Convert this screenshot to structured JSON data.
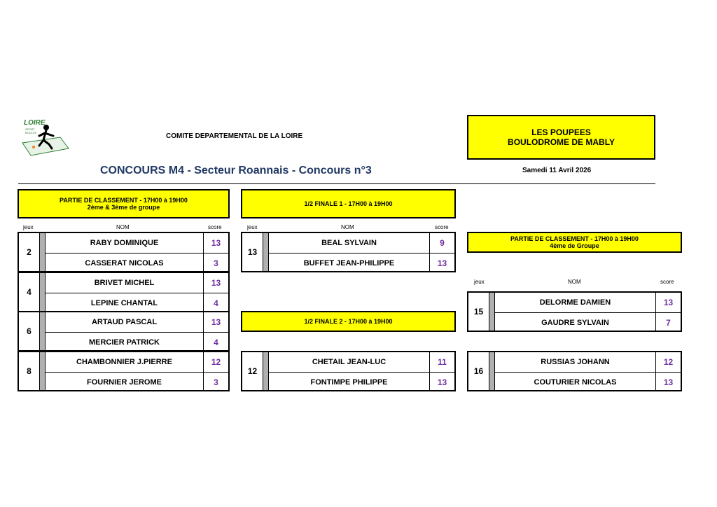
{
  "header": {
    "committee": "COMITE DEPARTEMENTAL DE LA LOIRE",
    "title": "CONCOURS M4 - Secteur Roannais - Concours n°3",
    "venue_line1": "LES POUPEES",
    "venue_line2": "BOULODROME DE MABLY",
    "date": "Samedi 11 Avril 2026",
    "logo_text": "LOIRE",
    "logo_sub": "SPORT BOULES"
  },
  "columns": {
    "jeux": "jeux",
    "nom": "NOM",
    "score": "score"
  },
  "left": {
    "header_line1": "PARTIE DE CLASSEMENT - 17H00 à 19H00",
    "header_line2": "2ème & 3ème de groupe",
    "matches": [
      {
        "jeux": "2",
        "players": [
          {
            "name": "RABY DOMINIQUE",
            "score": "13"
          },
          {
            "name": "CASSERAT NICOLAS",
            "score": "3"
          }
        ]
      },
      {
        "jeux": "4",
        "players": [
          {
            "name": "BRIVET MICHEL",
            "score": "13"
          },
          {
            "name": "LEPINE CHANTAL",
            "score": "4"
          }
        ]
      },
      {
        "jeux": "6",
        "players": [
          {
            "name": "ARTAUD PASCAL",
            "score": "13"
          },
          {
            "name": "MERCIER PATRICK",
            "score": "4"
          }
        ]
      },
      {
        "jeux": "8",
        "players": [
          {
            "name": "CHAMBONNIER J.PIERRE",
            "score": "12"
          },
          {
            "name": "FOURNIER JEROME",
            "score": "3"
          }
        ]
      }
    ]
  },
  "middle": {
    "semi1_header": "1/2 FINALE 1 - 17H00 à 19H00",
    "semi2_header": "1/2 FINALE 2 - 17H00 à 19H00",
    "semi1": {
      "jeux": "13",
      "players": [
        {
          "name": "BEAL SYLVAIN",
          "score": "9"
        },
        {
          "name": "BUFFET JEAN-PHILIPPE",
          "score": "13"
        }
      ]
    },
    "semi2": {
      "jeux": "12",
      "players": [
        {
          "name": "CHETAIL JEAN-LUC",
          "score": "11"
        },
        {
          "name": "FONTIMPE PHILIPPE",
          "score": "13"
        }
      ]
    }
  },
  "right": {
    "header_line1": "PARTIE DE CLASSEMENT - 17H00 à 19H00",
    "header_line2": "4ème de Groupe",
    "match15": {
      "jeux": "15",
      "players": [
        {
          "name": "DELORME DAMIEN",
          "score": "13"
        },
        {
          "name": "GAUDRE SYLVAIN",
          "score": "7"
        }
      ]
    },
    "match16": {
      "jeux": "16",
      "players": [
        {
          "name": "RUSSIAS JOHANN",
          "score": "12"
        },
        {
          "name": "COUTURIER NICOLAS",
          "score": "13"
        }
      ]
    }
  },
  "colors": {
    "yellow": "#ffff00",
    "score_purple": "#7030a0",
    "title_blue": "#1f3864"
  }
}
